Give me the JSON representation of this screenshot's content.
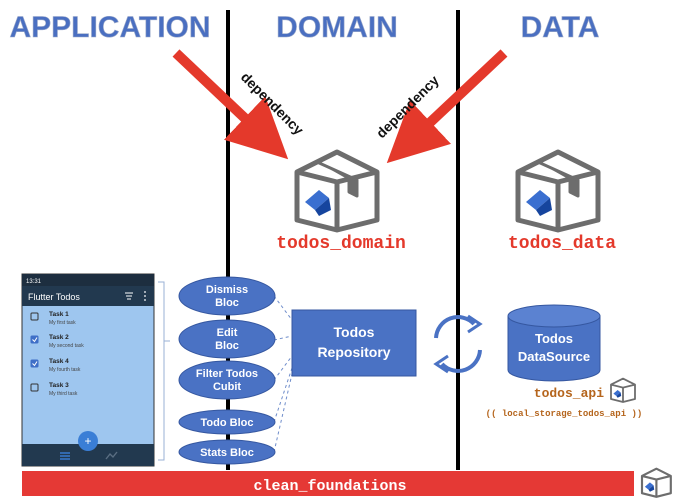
{
  "headers": {
    "application": "APPLICATION",
    "domain": "DOMAIN",
    "data": "DATA"
  },
  "arrows": {
    "left_label": "dependency",
    "right_label": "dependency"
  },
  "packages": {
    "domain": "todos_domain",
    "data": "todos_data",
    "api": "todos_api",
    "api_note": "(( local_storage_todos_api ))",
    "foundations": "clean_foundations"
  },
  "phone": {
    "status_time": "13:31",
    "app_title": "Flutter Todos",
    "fab": "+",
    "tasks": [
      {
        "title": "Task 1",
        "subtitle": "My first task",
        "checked": false
      },
      {
        "title": "Task 2",
        "subtitle": "My second task",
        "checked": true
      },
      {
        "title": "Task 4",
        "subtitle": "My fourth task",
        "checked": true
      },
      {
        "title": "Task 3",
        "subtitle": "My third task",
        "checked": false
      }
    ]
  },
  "blocs": {
    "dismiss": [
      "Dismiss",
      "Bloc"
    ],
    "edit": [
      "Edit",
      "Bloc"
    ],
    "filter": [
      "Filter Todos",
      "Cubit"
    ],
    "todo": "Todo Bloc",
    "stats": "Stats Bloc"
  },
  "repository": [
    "Todos",
    "Repository"
  ],
  "datasource": [
    "Todos",
    "DataSource"
  ],
  "colors": {
    "accent_red": "#e4392b",
    "bloc_blue": "#4a72c4",
    "foundation_red": "#e53935"
  }
}
